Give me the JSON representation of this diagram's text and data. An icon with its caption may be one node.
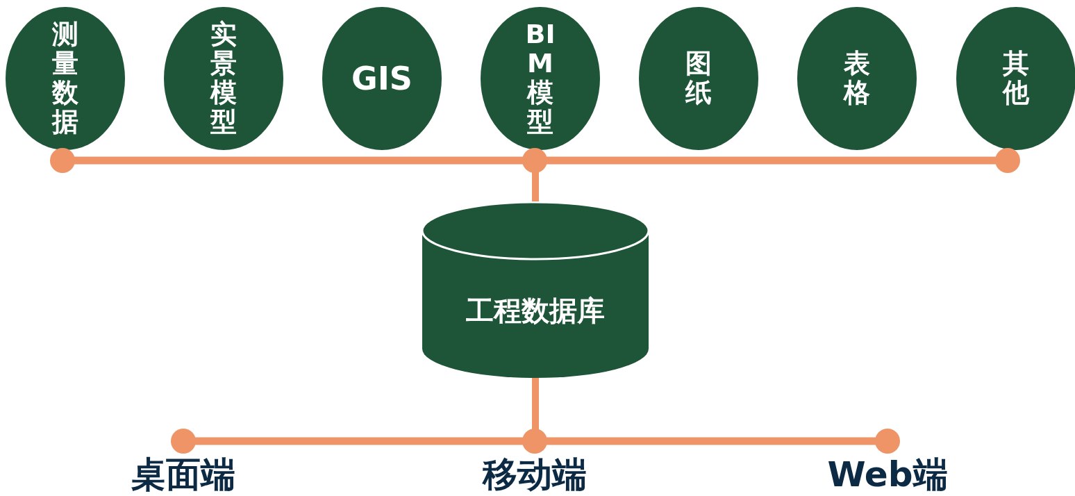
{
  "diagram": {
    "nodes": [
      {
        "text": [
          "测量数据"
        ]
      },
      {
        "text": [
          "实景模型"
        ]
      },
      {
        "text": [
          "GIS"
        ]
      },
      {
        "text": [
          "BIM模型"
        ]
      },
      {
        "text": [
          "图纸"
        ]
      },
      {
        "text": [
          "表格"
        ]
      },
      {
        "text": [
          "其他"
        ]
      },
      {
        "text": [],
        "shape": "bar"
      },
      {
        "text": [
          "工程数据库"
        ]
      },
      {
        "text": [],
        "shape": "bar"
      }
    ],
    "edges": [
      {
        "from": 7,
        "to": 8,
        "arrow": "none"
      },
      {
        "from": 8,
        "to": 9,
        "arrow": "none"
      }
    ],
    "labels": [
      "桌面端",
      "移动端",
      "Web端"
    ]
  }
}
